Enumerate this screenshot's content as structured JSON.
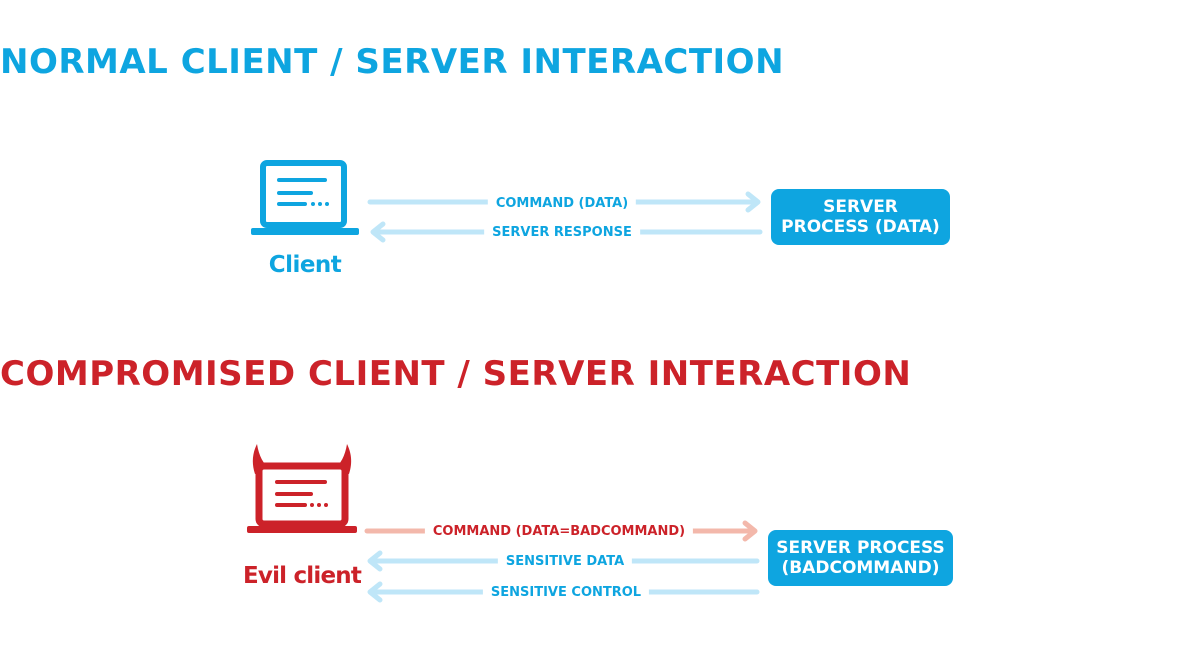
{
  "colors": {
    "blue": "#0ea5e0",
    "light_blue": "#bfe6f8",
    "red": "#cc2229",
    "light_red": "#f3b8ab"
  },
  "normal": {
    "heading": "NORMAL CLIENT / SERVER INTERACTION",
    "client_icon": "laptop-icon",
    "client_label": "Client",
    "request_label": "COMMAND (DATA)",
    "response_label": "SERVER RESPONSE",
    "server_line1": "SERVER",
    "server_line2": "PROCESS (DATA)"
  },
  "compromised": {
    "heading": "COMPROMISED CLIENT / SERVER INTERACTION",
    "client_icon": "devil-laptop-icon",
    "client_label": "Evil client",
    "request_label": "COMMAND (DATA=BADCOMMAND)",
    "response_label_1": "SENSITIVE DATA",
    "response_label_2": "SENSITIVE CONTROL",
    "server_line1": "SERVER PROCESS",
    "server_line2": "(BADCOMMAND)"
  }
}
